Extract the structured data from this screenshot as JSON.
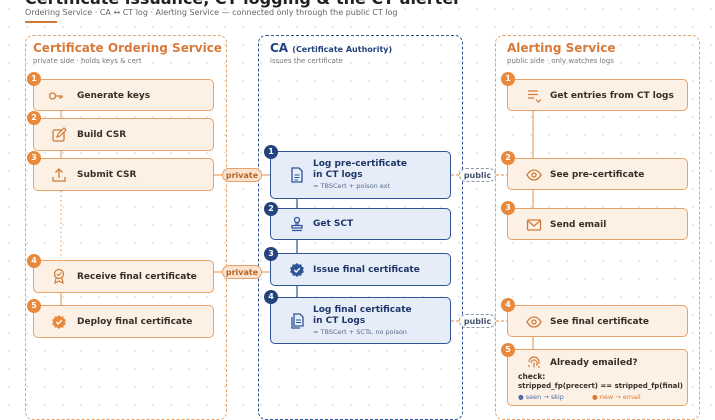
{
  "header": {
    "title": "Certificate issuance, CT logging & the CT alerter",
    "subtitle": "Ordering Service · CA ↔ CT log · Alerting Service — connected only through the public CT log"
  },
  "lanes": {
    "ordering": {
      "title": "Certificate Ordering Service",
      "subtitle": "private side · holds keys & cert"
    },
    "ca": {
      "title": "CA",
      "title_suffix": "(Certificate Authority)",
      "subtitle": "issues the certificate"
    },
    "alerting": {
      "title": "Alerting Service",
      "subtitle": "public side · only watches logs"
    }
  },
  "ordering_steps": [
    {
      "num": "1",
      "label": "Generate keys",
      "icon": "key-icon"
    },
    {
      "num": "2",
      "label": "Build CSR",
      "icon": "pencil-square-icon"
    },
    {
      "num": "3",
      "label": "Submit CSR",
      "icon": "upload-icon"
    },
    {
      "num": "4",
      "label": "Receive final certificate",
      "icon": "award-icon"
    },
    {
      "num": "5",
      "label": "Deploy final certificate",
      "icon": "verified-badge-icon"
    }
  ],
  "ca_steps": [
    {
      "num": "1",
      "label_l1": "Log pre-certificate",
      "label_l2": "in CT logs",
      "note": "= TBSCert + poison ext",
      "icon": "document-icon"
    },
    {
      "num": "2",
      "label": "Get SCT",
      "icon": "stamp-icon"
    },
    {
      "num": "3",
      "label": "Issue final certificate",
      "icon": "verified-badge-icon"
    },
    {
      "num": "4",
      "label_l1": "Log final certificate",
      "label_l2": "in CT Logs",
      "note": "= TBSCert + SCTs, no poison",
      "icon": "documents-icon"
    }
  ],
  "alerting_steps": [
    {
      "num": "1",
      "label": "Get entries from CT logs",
      "icon": "list-icon"
    },
    {
      "num": "2",
      "label": "See pre-certificate",
      "icon": "eye-icon"
    },
    {
      "num": "3",
      "label": "Send email",
      "icon": "mail-icon"
    },
    {
      "num": "4",
      "label": "See final certificate",
      "icon": "eye-icon"
    },
    {
      "num": "5",
      "label": "Already emailed?",
      "icon": "fingerprint-icon",
      "check_key": "check:",
      "check_expr": "stripped_fp(precert) == stripped_fp(final)",
      "legend_seen": "● seen → skip",
      "legend_new": "● new → email"
    }
  ],
  "connectors": {
    "private": "private",
    "public": "public"
  },
  "colors": {
    "orange": "#e8893c",
    "blue": "#24437e",
    "orange_fill": "#fdf1e6",
    "blue_fill": "#e6edf9"
  }
}
